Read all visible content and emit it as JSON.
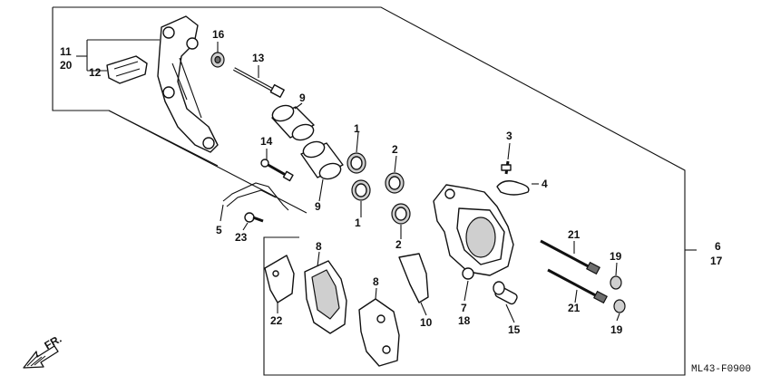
{
  "callouts": {
    "c1a": "1",
    "c1b": "1",
    "c2a": "2",
    "c2b": "2",
    "c3": "3",
    "c4": "4",
    "c5": "5",
    "c6": "6",
    "c7": "7",
    "c8a": "8",
    "c8b": "8",
    "c9a": "9",
    "c9b": "9",
    "c10": "10",
    "c11": "11",
    "c12": "12",
    "c13": "13",
    "c14": "14",
    "c15": "15",
    "c16": "16",
    "c17": "17",
    "c18": "18",
    "c19a": "19",
    "c19b": "19",
    "c20": "20",
    "c21a": "21",
    "c21b": "21",
    "c22": "22",
    "c23": "23"
  },
  "front_label": "FR.",
  "diagram_code": "ML43-F0900"
}
